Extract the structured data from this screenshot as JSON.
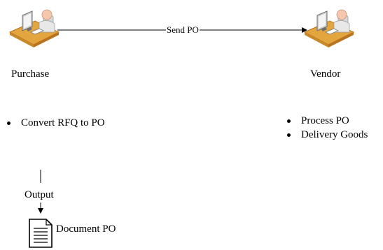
{
  "nodes": {
    "purchase": {
      "label": "Purchase",
      "bullets": [
        "Convert RFQ to PO"
      ]
    },
    "vendor": {
      "label": "Vendor",
      "bullets": [
        "Process PO",
        "Delivery Goods"
      ]
    }
  },
  "connectors": {
    "send_po": "Send PO",
    "output": "Output"
  },
  "document": {
    "label": "Document PO"
  },
  "colors": {
    "desk": "#e3a53d",
    "desk_dark": "#b8741f",
    "skin": "#f5c7ac",
    "shirt": "#e8e8e8",
    "chair": "#d9d9d9",
    "line": "#000000"
  }
}
